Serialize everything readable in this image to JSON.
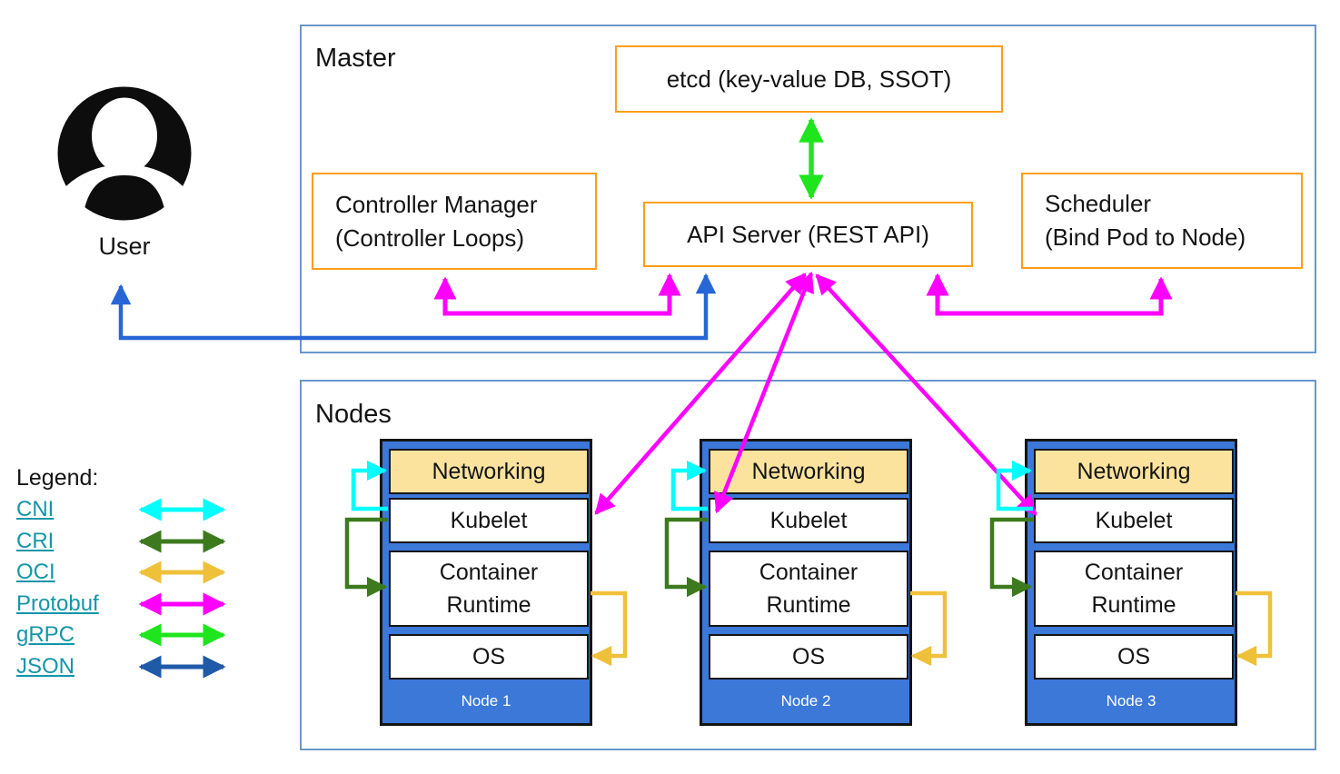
{
  "user": {
    "label": "User"
  },
  "master": {
    "title": "Master",
    "etcd_label": "etcd (key-value DB, SSOT)",
    "controller_manager": {
      "line1": "Controller Manager",
      "line2": "(Controller Loops)"
    },
    "api_server_label": "API Server (REST API)",
    "scheduler": {
      "line1": "Scheduler",
      "line2": "(Bind Pod to Node)"
    }
  },
  "nodes_section": {
    "title": "Nodes",
    "nodes": [
      {
        "label": "Node 1",
        "layers": {
          "networking": "Networking",
          "kubelet": "Kubelet",
          "runtime": "Container Runtime",
          "os": "OS"
        }
      },
      {
        "label": "Node 2",
        "layers": {
          "networking": "Networking",
          "kubelet": "Kubelet",
          "runtime": "Container Runtime",
          "os": "OS"
        }
      },
      {
        "label": "Node 3",
        "layers": {
          "networking": "Networking",
          "kubelet": "Kubelet",
          "runtime": "Container Runtime",
          "os": "OS"
        }
      }
    ]
  },
  "legend": {
    "title": "Legend:",
    "items": [
      {
        "label": "CNI",
        "color": "#00ffff"
      },
      {
        "label": "CRI",
        "color": "#3c7a1d"
      },
      {
        "label": "OCI",
        "color": "#efc13b"
      },
      {
        "label": "Protobuf",
        "color": "#ff00ff"
      },
      {
        "label": "gRPC",
        "color": "#1ee51e"
      },
      {
        "label": "JSON",
        "color": "#1f5aa8"
      }
    ]
  },
  "colors": {
    "component_border_orange": "#ff9e16",
    "section_border_blue": "#6b96c8",
    "node_fill_blue": "#3b78d8",
    "networking_fill_tan": "#fbe39e",
    "user_api_arrow": "#2766d6",
    "legend_link_teal": "#1396a8",
    "user_icon_black": "#0d0d0d"
  }
}
